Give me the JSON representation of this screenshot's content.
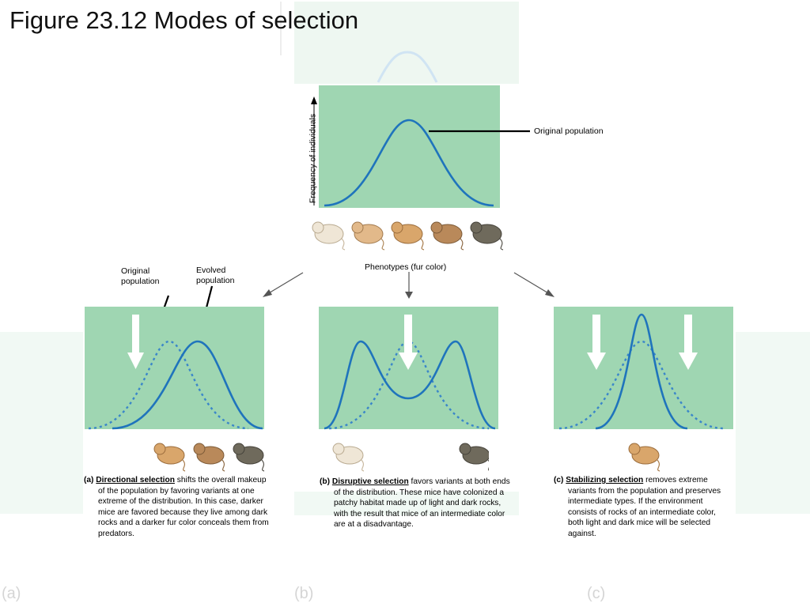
{
  "title": "Figure 23.12 Modes of selection",
  "top_panel": {
    "y_axis_label": "Frequency of individuals",
    "curve_label": "Original population",
    "x_axis_label": "Phenotypes (fur color)"
  },
  "directional": {
    "label_original": "Original population",
    "label_evolved": "Evolved population",
    "letter": "(a)",
    "name": "Directional selection",
    "text": "shifts the overall makeup of the population by favoring variants at one extreme of the distribution. In this case, darker mice are favored because they live among dark rocks and a darker fur color conceals them from predators."
  },
  "disruptive": {
    "letter": "(b)",
    "name": "Disruptive selection",
    "text": "favors variants at both ends of the distribution. These mice have colonized a patchy habitat made up of light and dark rocks, with the result that mice of an intermediate color are at a disadvantage."
  },
  "stabilizing": {
    "letter": "(c)",
    "name": "Stabilizing selection",
    "text": "removes extreme variants from the population and preserves intermediate types. If the environment consists of rocks of an intermediate color, both light and dark mice will be selected against."
  },
  "ghost_labels": [
    "(a)",
    "(b)",
    "(c)"
  ],
  "colors": {
    "panel_green": "#9fd6b2",
    "curve_blue": "#1f74bc",
    "mouse_light": "#efe6d6",
    "mouse_tan": "#d9a66b",
    "mouse_brown": "#b9895a",
    "mouse_dark": "#6f6a5c"
  },
  "icons": [
    "mouse-icon",
    "selection-arrow-icon"
  ]
}
